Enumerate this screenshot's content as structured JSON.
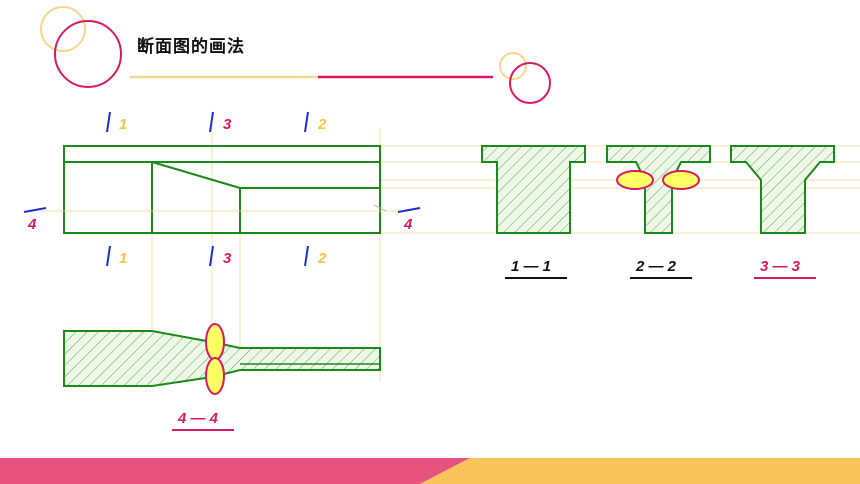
{
  "title": "断面图的画法",
  "colors": {
    "outline": "#1a8a1a",
    "hatch": "#3a8a3a",
    "fill": "#eef8e6",
    "yellow": "#f5d78a",
    "magenta": "#d81b60",
    "blue": "#1c2fd6",
    "oval_fill": "#ffff66",
    "bar_left": "#e8527e",
    "bar_right": "#f9c55a"
  },
  "cut_marks": {
    "top": [
      "1",
      "3",
      "2"
    ],
    "bottom": [
      "1",
      "3",
      "2"
    ],
    "side_left": "4",
    "side_right": "4"
  },
  "sections": [
    {
      "label": "1 — 1",
      "emphasis": false
    },
    {
      "label": "2 — 2",
      "emphasis": false
    },
    {
      "label": "3 — 3",
      "emphasis": true
    }
  ],
  "section_4": {
    "label": "4 — 4"
  }
}
